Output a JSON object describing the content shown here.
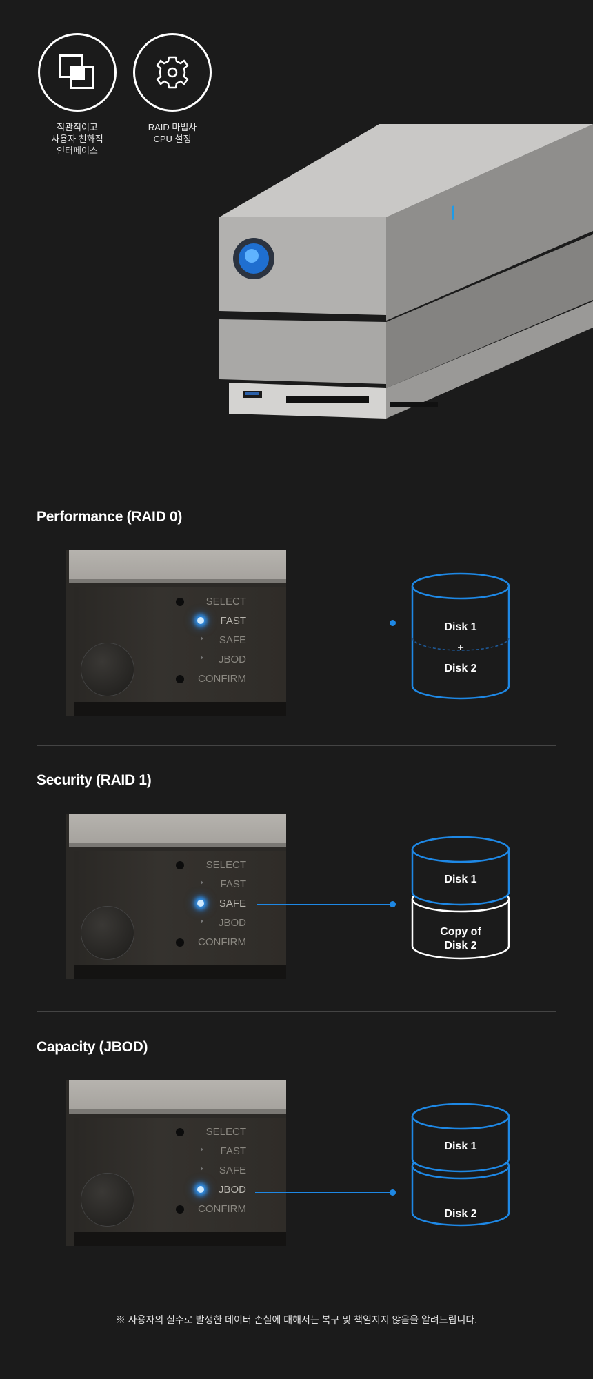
{
  "features": [
    {
      "icon": "interface-icon",
      "label": "직관적이고\n사용자 친화적\n인터페이스"
    },
    {
      "icon": "gear-icon",
      "label": "RAID 마법사\nCPU 설정"
    }
  ],
  "panel_modes": [
    "SELECT",
    "FAST",
    "SAFE",
    "JBOD",
    "CONFIRM"
  ],
  "sections": [
    {
      "title": "Performance (RAID 0)",
      "active": "FAST",
      "disk_top": "Disk 1",
      "plus": "+",
      "disk_bottom": "Disk 2"
    },
    {
      "title": "Security (RAID 1)",
      "active": "SAFE",
      "disk_top": "Disk 1",
      "disk_bottom": "Copy of\nDisk 2"
    },
    {
      "title": "Capacity (JBOD)",
      "active": "JBOD",
      "disk_top": "Disk 1",
      "disk_bottom": "Disk 2"
    }
  ],
  "accent": "#1e88e5",
  "footnote": "※ 사용자의 실수로 발생한 데이터 손실에 대해서는 복구 및 책임지지 않음을 알려드립니다."
}
